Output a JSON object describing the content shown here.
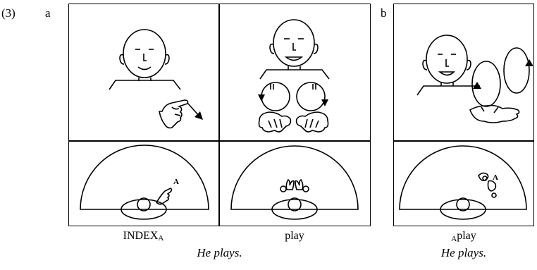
{
  "example": {
    "number": "(3)",
    "part_a": {
      "label": "a",
      "gloss": [
        {
          "main": "INDEX",
          "subscript": "A"
        },
        {
          "main": "play"
        }
      ],
      "translation": "He plays.",
      "space_marker": "A"
    },
    "part_b": {
      "label": "b",
      "gloss": {
        "prefix": "A",
        "main": "play"
      },
      "translation": "He plays.",
      "space_marker": "A"
    }
  }
}
